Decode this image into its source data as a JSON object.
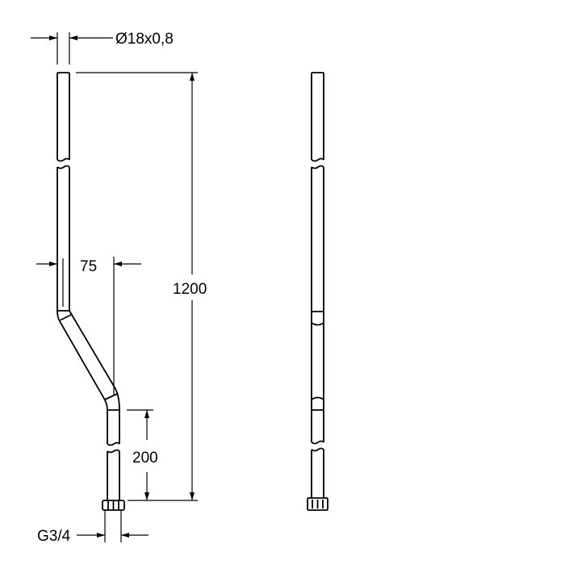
{
  "drawing": {
    "diameter_label": "Ø18x0,8",
    "length_label": "1200",
    "offset_label": "75",
    "lower_length_label": "200",
    "thread_label": "G3/4"
  }
}
